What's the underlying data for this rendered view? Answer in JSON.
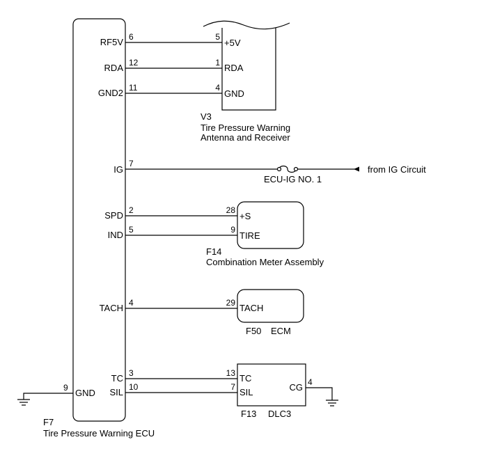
{
  "ecu": {
    "code": "F7",
    "name": "Tire Pressure Warning ECU",
    "pins": {
      "rf5v": {
        "label": "RF5V",
        "num": "6"
      },
      "rda": {
        "label": "RDA",
        "num": "12"
      },
      "gnd2": {
        "label": "GND2",
        "num": "11"
      },
      "ig": {
        "label": "IG",
        "num": "7"
      },
      "spd": {
        "label": "SPD",
        "num": "2"
      },
      "ind": {
        "label": "IND",
        "num": "5"
      },
      "tach": {
        "label": "TACH",
        "num": "4"
      },
      "tc": {
        "label": "TC",
        "num": "3"
      },
      "sil": {
        "label": "SIL",
        "num": "10"
      },
      "gnd": {
        "label": "GND",
        "num": "9"
      }
    }
  },
  "receiver": {
    "code": "V3",
    "name_line1": "Tire Pressure Warning",
    "name_line2": "Antenna and Receiver",
    "pins": {
      "p5v": {
        "label": "+5V",
        "num": "5"
      },
      "rda": {
        "label": "RDA",
        "num": "1"
      },
      "gnd": {
        "label": "GND",
        "num": "4"
      }
    }
  },
  "fuse": {
    "label": "ECU-IG NO. 1",
    "source": "from IG Circuit"
  },
  "meter": {
    "code": "F14",
    "name": "Combination Meter Assembly",
    "pins": {
      "s": {
        "label": "+S",
        "num": "28"
      },
      "tire": {
        "label": "TIRE",
        "num": "9"
      }
    }
  },
  "ecm": {
    "code": "F50",
    "name": "ECM",
    "pins": {
      "tach": {
        "label": "TACH",
        "num": "29"
      }
    }
  },
  "dlc3": {
    "code": "F13",
    "name": "DLC3",
    "pins": {
      "tc": {
        "label": "TC",
        "num": "13"
      },
      "sil": {
        "label": "SIL",
        "num": "7"
      },
      "cg": {
        "label": "CG",
        "num": "4"
      }
    }
  }
}
